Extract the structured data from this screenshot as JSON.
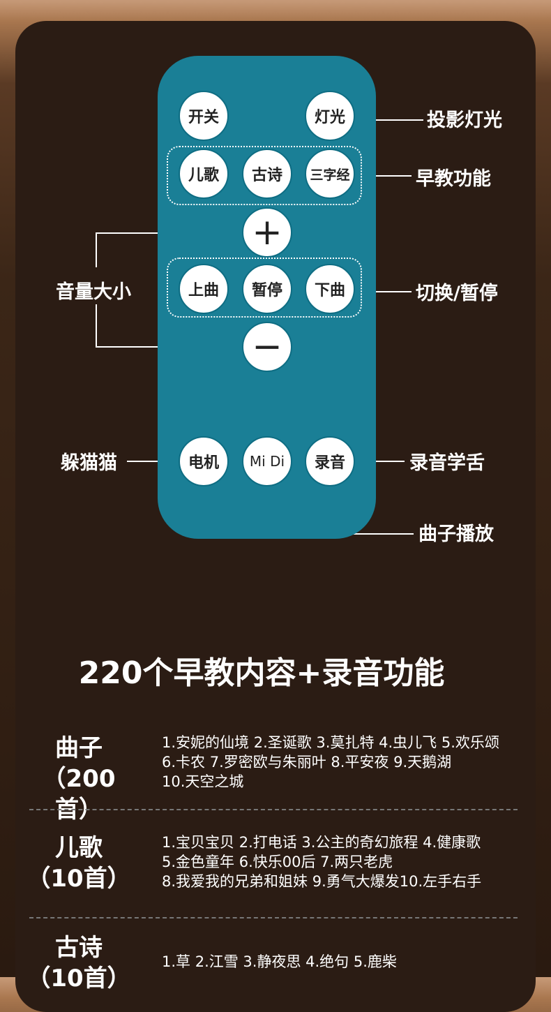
{
  "remote": {
    "top_left": "开关",
    "top_right": "灯光",
    "learning": [
      "儿歌",
      "古诗",
      "三字经"
    ],
    "volume_up": "+",
    "playback": [
      "上曲",
      "暂停",
      "下曲"
    ],
    "volume_down": "−",
    "bottom": [
      "电机",
      "Mi Di",
      "录音"
    ]
  },
  "callouts": {
    "projection": "投影灯光",
    "early_education": "早教功能",
    "volume": "音量大小",
    "switch_pause": "切换/暂停",
    "peekaboo": "躲猫猫",
    "record": "录音学舌",
    "songs": "曲子播放"
  },
  "heading": "220个早教内容+录音功能",
  "sections": [
    {
      "title": "曲子",
      "count": "（200首）",
      "lines": [
        "1.安妮的仙境 2.圣诞歌 3.莫扎特 4.虫儿飞 5.欢乐颂",
        "6.卡农 7.罗密欧与朱丽叶 8.平安夜 9.天鹅湖",
        "10.天空之城"
      ]
    },
    {
      "title": "儿歌",
      "count": "（10首）",
      "lines": [
        "1.宝贝宝贝 2.打电话 3.公主的奇幻旅程 4.健康歌",
        "5.金色童年 6.快乐00后 7.两只老虎",
        "8.我爱我的兄弟和姐妹 9.勇气大爆发10.左手右手"
      ]
    },
    {
      "title": "古诗",
      "count": "（10首）",
      "lines": [
        "1.草 2.江雪 3.静夜思 4.绝句 5.鹿柴"
      ]
    }
  ]
}
